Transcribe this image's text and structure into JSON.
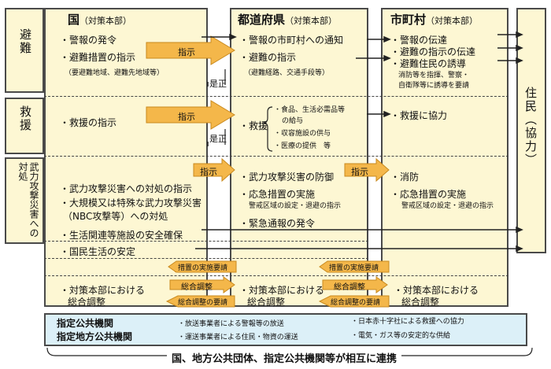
{
  "side_labels": {
    "hinan": "避難",
    "kyuen": "救援",
    "taisho": "武力攻撃災害への対処"
  },
  "columns": {
    "kuni": {
      "title": "国",
      "sub": "（対策本部）"
    },
    "todofuken": {
      "title": "都道府県",
      "sub": "（対策本部）"
    },
    "shichoson": {
      "title": "市町村",
      "sub": "（対策本部）"
    }
  },
  "residents": "住民（協力）",
  "arrows": {
    "shiji": "指示",
    "zesei": "是正",
    "shiji_youkyu": "指示",
    "sogo": "総合調整",
    "sogo_yousei": "総合調整の要請",
    "sochi_yousei": "措置の実施要請"
  },
  "kuni": {
    "hinan": [
      "・警報の発令",
      "・避難措置の指示"
    ],
    "hinan_sub": "（要避難地域、避難先地域等）",
    "kyuen": "・救援の指示",
    "taisho": [
      "・武力攻撃災害への対処の指示",
      "・大規模又は特殊な武力攻撃災害",
      "（NBC攻撃等）への対処",
      "・生活関連等施設の安全確保",
      "・国民生活の安定"
    ],
    "chosei": [
      "・対策本部における",
      "総合調整"
    ]
  },
  "todofuken": {
    "hinan": [
      "・警報の市町村への通知",
      "・避難の指示"
    ],
    "hinan_sub": "（避難経路、交通手段等）",
    "kyuen": "・救援",
    "kyuen_items": [
      "・食品、生活必需品等",
      "の給与",
      "・収容施設の供与",
      "・医療の提供　等"
    ],
    "taisho": [
      "・武力攻撃災害の防御",
      "・応急措置の実施",
      "・緊急通報の発令"
    ],
    "taisho_sub": "警戒区域の設定・退避の指示",
    "chosei": [
      "・対策本部における",
      "総合調整"
    ]
  },
  "shichoson": {
    "hinan": [
      "・警報の伝達",
      "・避難の指示の伝達",
      "・避難住民の誘導"
    ],
    "hinan_sub": [
      "消防等を指揮、警察・",
      "自衛隊等に誘導を要請"
    ],
    "kyuen": "・救援に協力",
    "taisho": [
      "・消防",
      "・応急措置の実施"
    ],
    "taisho_sub": "警戒区域の設定・退避の指示",
    "chosei": [
      "・対策本部における",
      "総合調整"
    ]
  },
  "shitei": {
    "labels": [
      "指定公共機関",
      "指定地方公共機関"
    ],
    "items": [
      "・放送事業者による警報等の放送",
      "・運送事業者による住民・物資の運送",
      "・日本赤十字社による救援への協力",
      "・電気・ガス等の安定的な供給"
    ]
  },
  "footer": "国、地方公共団体、指定公共機関等が相互に連携",
  "colors": {
    "panel": "#fdf7d3",
    "blue": "#dcf0f8",
    "arrow_orange": "#f4b74a"
  }
}
